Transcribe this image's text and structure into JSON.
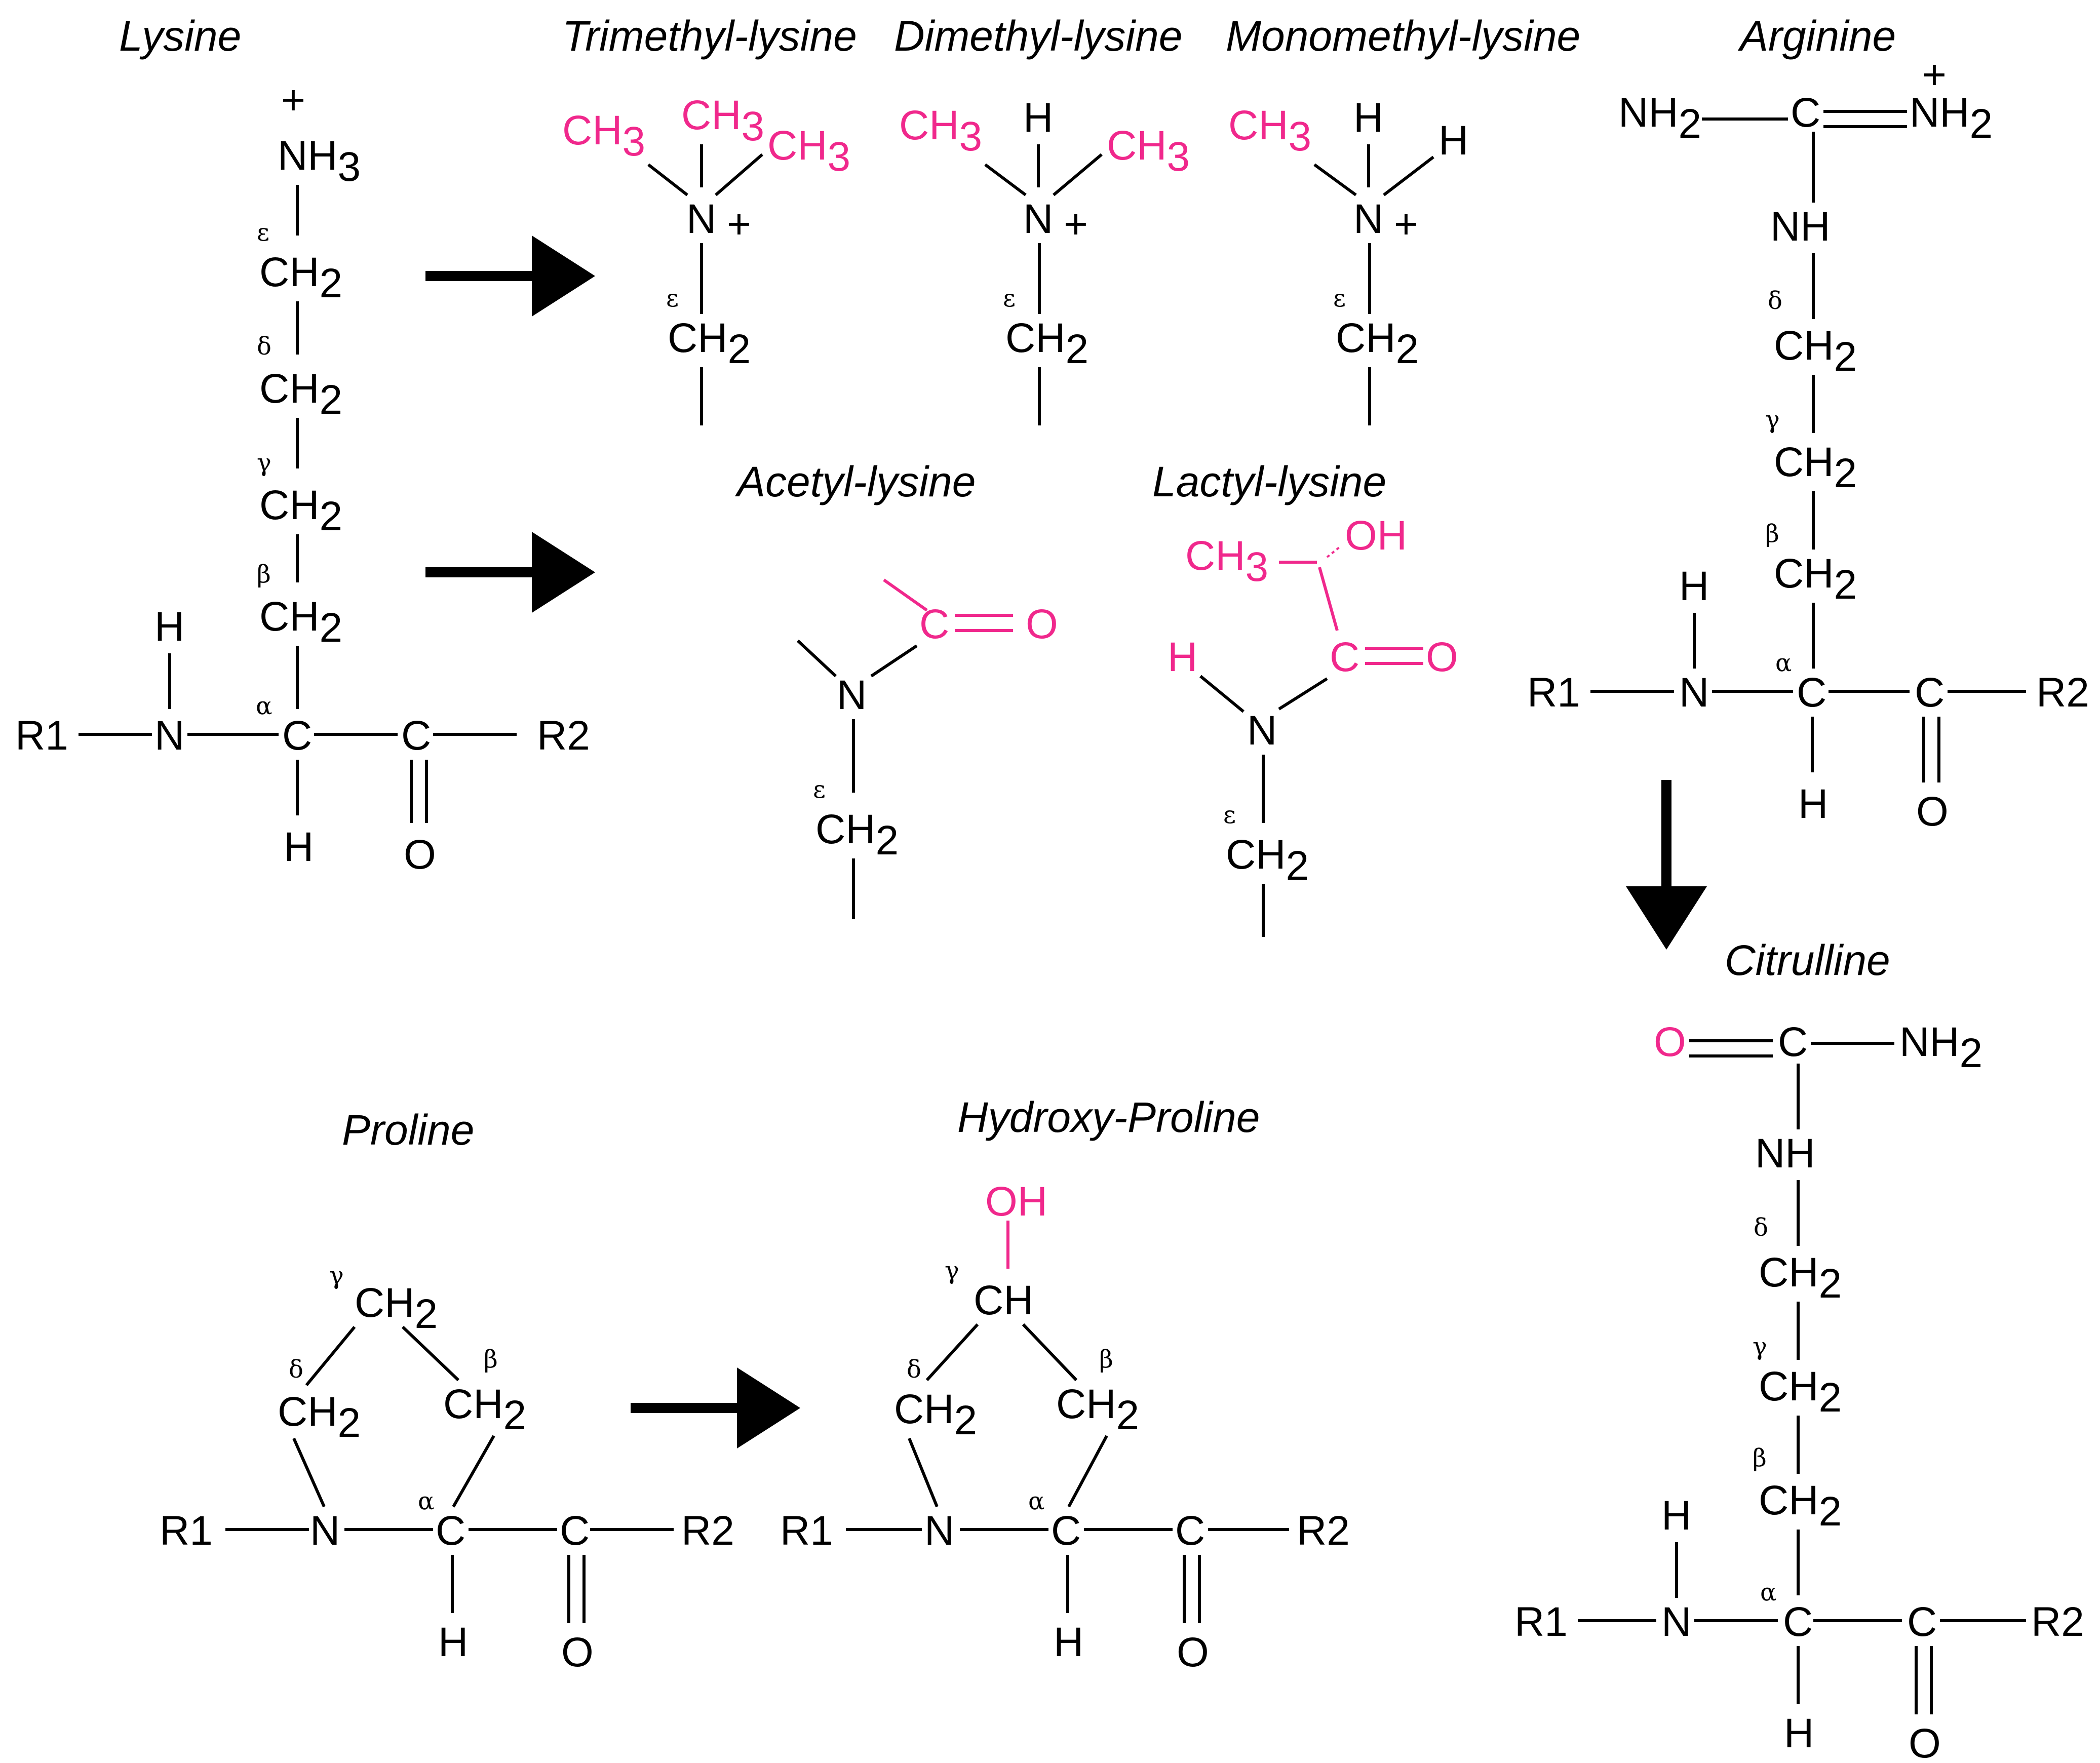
{
  "colors": {
    "ink": "#000000",
    "highlight": "#f0288c",
    "background": "#ffffff"
  },
  "titles": {
    "lysine": "Lysine",
    "trimethyl": "Trimethyl-lysine",
    "dimethyl": "Dimethyl-lysine",
    "monomethyl": "Monomethyl-lysine",
    "arginine": "Arginine",
    "acetyl": "Acetyl-lysine",
    "lactyl": "Lactyl-lysine",
    "citrulline": "Citrulline",
    "proline": "Proline",
    "hydroxyproline": "Hydroxy-Proline"
  },
  "labels": {
    "nh3": "NH",
    "n": "N",
    "nh": "NH",
    "nh2": "NH",
    "ch2": "CH",
    "ch3": "CH",
    "ch": "CH",
    "c": "C",
    "o": "O",
    "h": "H",
    "oh": "OH",
    "r1": "R1",
    "r2": "R2",
    "sub2": "2",
    "sub3": "3",
    "plus": "+",
    "alpha": "α",
    "beta": "β",
    "gamma": "γ",
    "delta": "δ",
    "epsilon": "ε"
  }
}
